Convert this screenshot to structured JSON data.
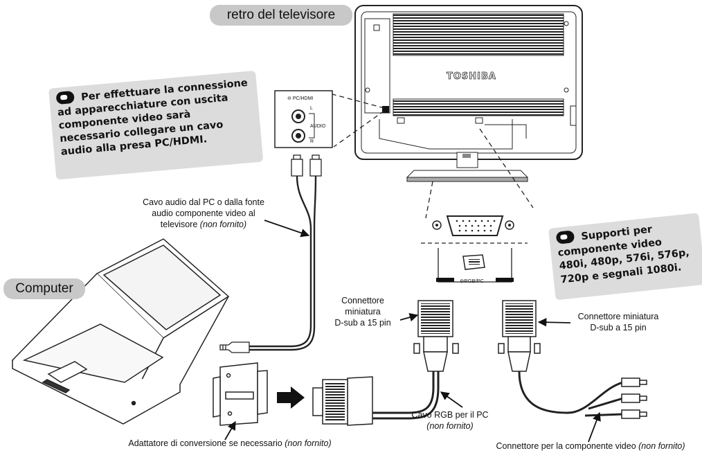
{
  "tv_label": "retro del televisore",
  "computer_label": "Computer",
  "brand": "TOSHIBA",
  "note_left": {
    "line1": "Per effettuare la connessione",
    "line2": "ad apparecchiature con uscita",
    "line3": "componente video sarà",
    "line4": "necessario collegare un cavo",
    "line5": "audio alla presa PC/HDMI."
  },
  "note_right": {
    "line1": "Supporti per",
    "line2": "componente video",
    "line3": "480i, 480p, 576i, 576p,",
    "line4": "720p e segnali 1080i."
  },
  "audio_panel": {
    "title": "PC/HDMI",
    "left": "L",
    "audio": "AUDIO",
    "right": "R"
  },
  "rgb_port": "RGB/PC",
  "labels": {
    "audio_cable_1": "Cavo audio dal PC o dalla fonte",
    "audio_cable_2": "audio componente video al",
    "audio_cable_3": "televisore",
    "not_supplied": "(non fornito)",
    "dsub_left_1": "Connettore",
    "dsub_left_2": "miniatura",
    "dsub_left_3": "D-sub a 15 pin",
    "dsub_right_1": "Connettore miniatura",
    "dsub_right_2": "D-sub a 15 pin",
    "rgb_cable_1": "Cavo RGB per il PC",
    "adapter": "Adattatore di conversione se necessario",
    "component_connector": "Connettore per la componente video"
  }
}
